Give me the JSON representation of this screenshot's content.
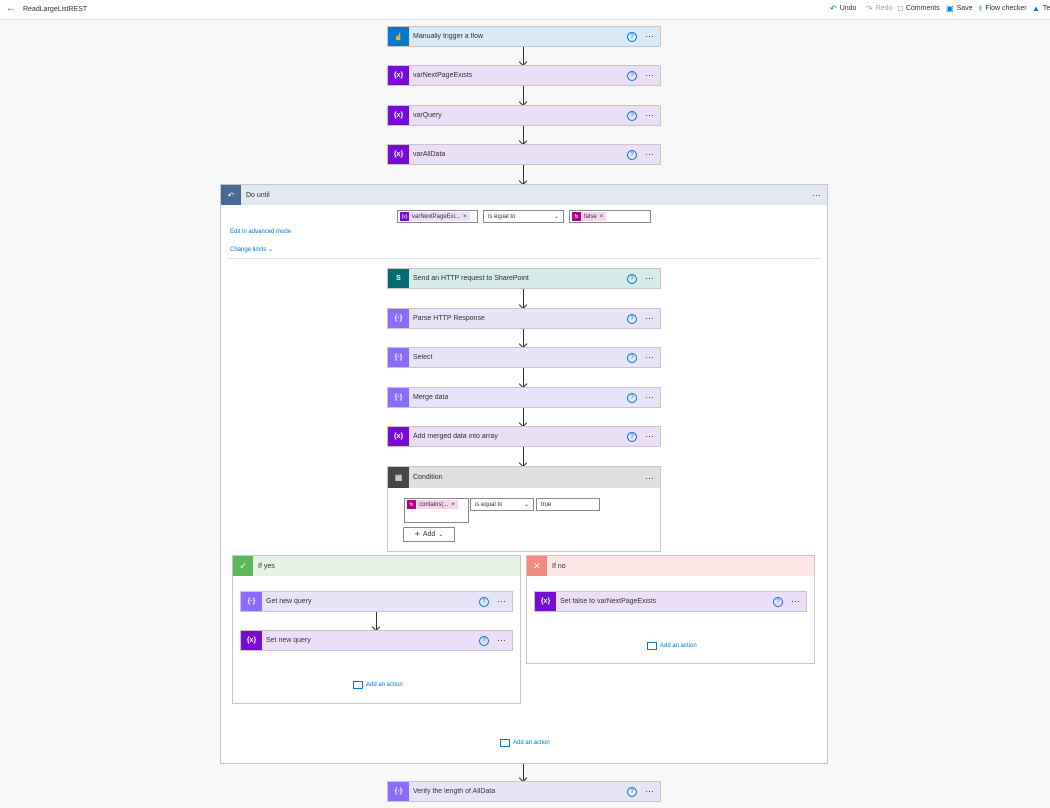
{
  "topbar": {
    "back_icon": "back-arrow-icon",
    "title": "ReadLargeListREST",
    "undo": "Undo",
    "redo": "Redo",
    "comments": "Comments",
    "save": "Save",
    "flow_checker": "Flow checker",
    "test": "Te"
  },
  "steps": {
    "trigger": "Manually trigger a flow",
    "var1": "varNextPageExists",
    "var2": "varQuery",
    "var3": "varAllData",
    "final": "Verify the length of AllData"
  },
  "dountil": {
    "title": "Do until",
    "condition_token": "varNextPageExi...",
    "operator": "is equal to",
    "value_token": "false",
    "edit_advanced": "Edit in advanced mode",
    "change_limits": "Change limits",
    "add_action": "Add an action",
    "inner": {
      "http": "Send an HTTP request to SharePoint",
      "parse": "Parse HTTP Response",
      "select": "Select",
      "merge": "Merge data",
      "append": "Add merged data into array"
    }
  },
  "condition": {
    "title": "Condition",
    "token": "contains(...",
    "operator": "is equal to",
    "value": "true",
    "add_label": "Add"
  },
  "if_yes": {
    "title": "If yes",
    "step1": "Get new query",
    "step2": "Set new query",
    "add_action": "Add an action"
  },
  "if_no": {
    "title": "If no",
    "step1": "Set false to varNextPageExists",
    "add_action": "Add an action"
  },
  "common": {
    "help": "?",
    "more": "···",
    "var_icon": "{x}",
    "op_icon": "{·}",
    "fx_icon": "fx",
    "remove": "×"
  },
  "colors": {
    "accent": "#0078d4",
    "variable": "#770bd6",
    "sharepoint": "#036c70",
    "data_operation": "#8c6cff",
    "yes_green": "#5db85b",
    "no_red": "#f28b82"
  }
}
